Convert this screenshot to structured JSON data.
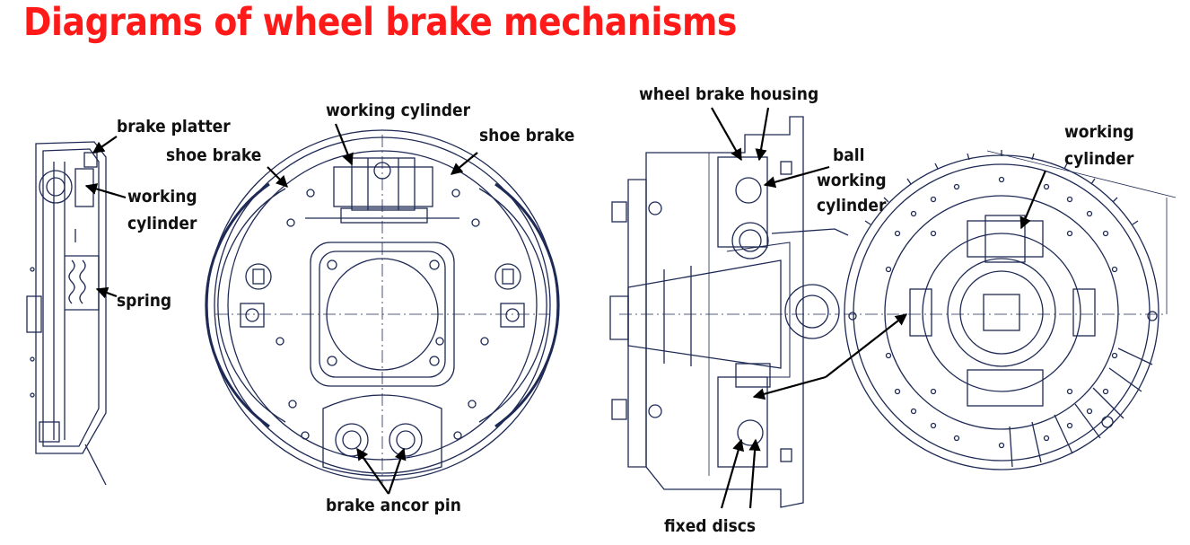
{
  "title": "Diagrams of wheel brake mechanisms",
  "labels": {
    "brake_platter": "brake platter",
    "shoe_brake_left": "shoe brake",
    "working_cylinder_top": "working cylinder",
    "shoe_brake_right": "shoe brake",
    "working_cylinder_left_1": "working",
    "working_cylinder_left_2": "cylinder",
    "spring": "spring",
    "brake_ancor_pin": "brake ancor pin",
    "wheel_brake_housing": "wheel brake housing",
    "ball_working_cylinder_1": "ball",
    "ball_working_cylinder_2": "working",
    "ball_working_cylinder_3": "cylinder",
    "working_cylinder_right_1": "working",
    "working_cylinder_right_2": "cylinder",
    "fixed_discs": "fixed discs"
  },
  "colors": {
    "title": "#ff1a1a",
    "drawing": "#1e2a55",
    "label": "#111111"
  }
}
